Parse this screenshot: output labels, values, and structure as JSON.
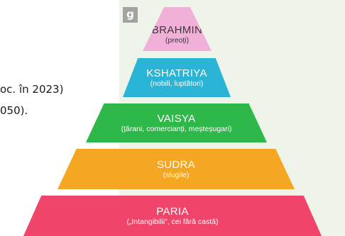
{
  "left_text": {
    "line1": "oc. în 2023)",
    "line2": "050)."
  },
  "badge": "g",
  "pyramid": [
    {
      "name": "BRAHMIN",
      "sub": "(preoți)",
      "color": "#f0b0d8"
    },
    {
      "name": "KSHATRIYA",
      "sub": "(nobili, luptători)",
      "color": "#2ab4d6"
    },
    {
      "name": "VAISYA",
      "sub": "(țărani, comercianți, meșteșugari)",
      "color": "#2eb84a"
    },
    {
      "name": "SUDRA",
      "sub": "(slugile)",
      "color": "#f5a623"
    },
    {
      "name": "PARIA",
      "sub": "(„Intangibilii”, cei fără castă)",
      "color": "#f0456a"
    }
  ]
}
